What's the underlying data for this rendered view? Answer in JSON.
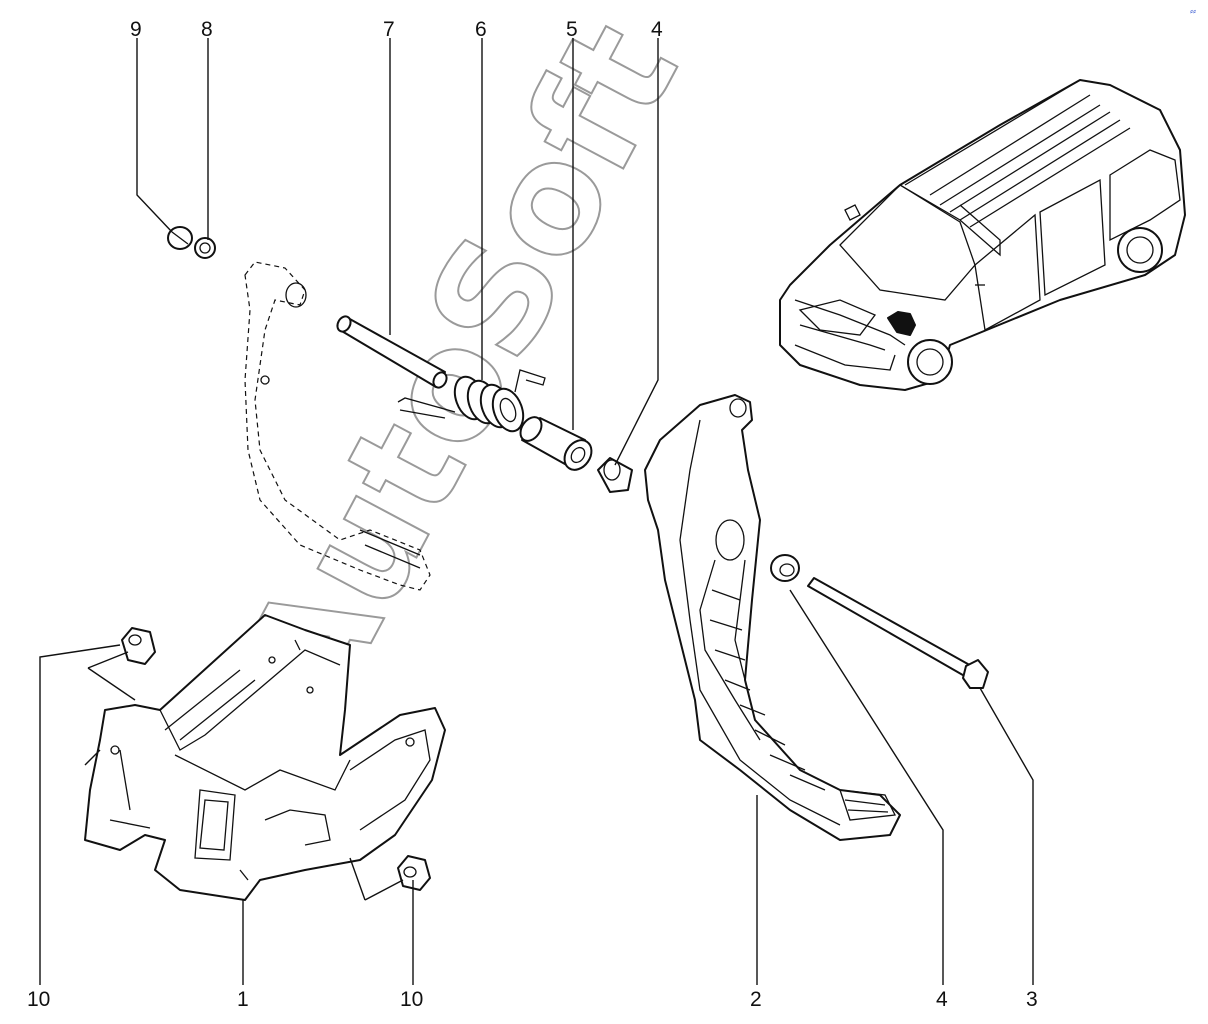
{
  "watermark": "AutoSoft",
  "corner_mark": "⸗⸗",
  "callouts": {
    "c9": "9",
    "c8": "8",
    "c7": "7",
    "c6": "6",
    "c5": "5",
    "c4_top": "4",
    "c10_left": "10",
    "c1": "1",
    "c10_bottom": "10",
    "c2": "2",
    "c4_bottom": "4",
    "c3": "3"
  }
}
